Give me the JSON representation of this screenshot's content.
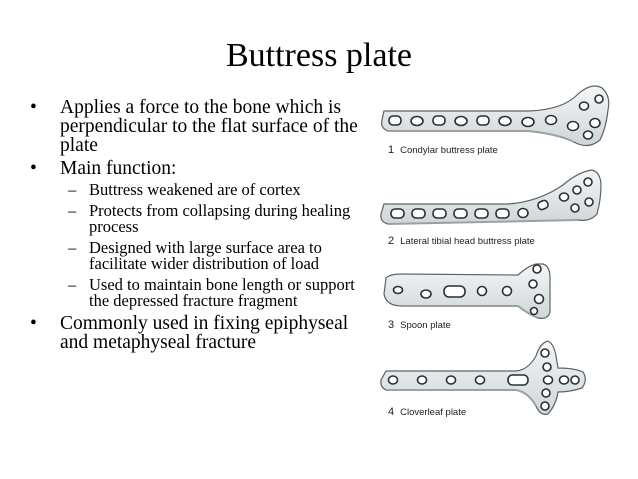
{
  "slide": {
    "title": "Buttress plate",
    "bullets": [
      {
        "text": "Applies a force to the bone which is perpendicular to the flat surface of the plate"
      },
      {
        "text": "Main function:"
      },
      {
        "sub": "Buttress weakened are of cortex"
      },
      {
        "sub": "Protects from collapsing during healing process"
      },
      {
        "sub": "Designed with large surface area to facilitate wider distribution of load"
      },
      {
        "sub": "Used to maintain bone length or support the depressed fracture fragment"
      },
      {
        "text": "Commonly used in fixing epiphyseal and metaphyseal fracture"
      }
    ],
    "bullet_symbol": "•",
    "dash_symbol": "–"
  },
  "figure": {
    "captions": [
      {
        "num": "1",
        "label": "Condylar buttress plate"
      },
      {
        "num": "2",
        "label": "Lateral tibial head buttress plate"
      },
      {
        "num": "3",
        "label": "Spoon plate"
      },
      {
        "num": "4",
        "label": "Cloverleaf plate"
      }
    ],
    "colors": {
      "plate_fill": "#e6eaec",
      "plate_stroke": "#5c6368",
      "hole_stroke": "#2a2f33",
      "shadow": "#9aa0a4"
    }
  }
}
